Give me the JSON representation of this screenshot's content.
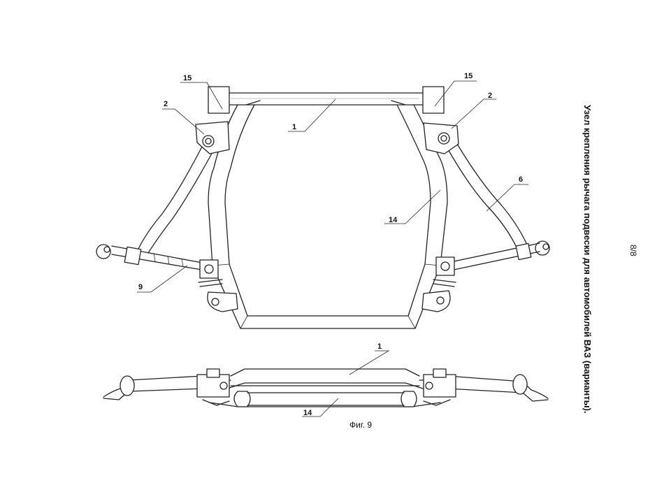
{
  "figure": {
    "caption": "Фиг. 9",
    "title": "Узел крепления рычага подвески для автомобилей ВАЗ (варианты).",
    "page_number": "8/8"
  },
  "callouts": {
    "top_view": {
      "frame_left": "15",
      "frame_right": "15",
      "bracket_left": "2",
      "bracket_right": "2",
      "crossbar": "1",
      "arm_right": "6",
      "frame_tube": "14",
      "rod_left": "9"
    },
    "side_view": {
      "crossbar": "1",
      "frame_tube": "14"
    }
  }
}
